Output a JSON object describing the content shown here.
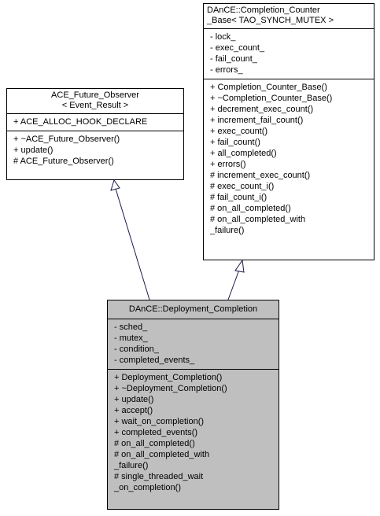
{
  "classes": {
    "future_observer": {
      "title_line1": "ACE_Future_Observer",
      "title_line2": "< Event_Result >",
      "attributes": [
        "+ ACE_ALLOC_HOOK_DECLARE"
      ],
      "operations": [
        "+ ~ACE_Future_Observer()",
        "+ update()",
        "# ACE_Future_Observer()"
      ]
    },
    "counter_base": {
      "title_line1": "DAnCE::Completion_Counter",
      "title_line2": "_Base< TAO_SYNCH_MUTEX >",
      "attributes": [
        "- lock_",
        "- exec_count_",
        "- fail_count_",
        "- errors_"
      ],
      "operations": [
        "+ Completion_Counter_Base()",
        "+ ~Completion_Counter_Base()",
        "+ decrement_exec_count()",
        "+ increment_fail_count()",
        "+ exec_count()",
        "+ fail_count()",
        "+ all_completed()",
        "+ errors()",
        "# increment_exec_count()",
        "# exec_count_i()",
        "# fail_count_i()",
        "# on_all_completed()",
        "# on_all_completed_with",
        "_failure()"
      ]
    },
    "deployment_completion": {
      "title_line1": "DAnCE::Deployment_Completion",
      "attributes": [
        "- sched_",
        "- mutex_",
        "- condition_",
        "- completed_events_"
      ],
      "operations": [
        "+ Deployment_Completion()",
        "+ ~Deployment_Completion()",
        "+ update()",
        "+ accept()",
        "+ wait_on_completion()",
        "+ completed_events()",
        "# on_all_completed()",
        "# on_all_completed_with",
        "_failure()",
        "# single_threaded_wait",
        "_on_completion()"
      ]
    }
  },
  "colors": {
    "highlighted_class_fill": "#bfbfbf",
    "edge_color": "#1a1a4d"
  }
}
